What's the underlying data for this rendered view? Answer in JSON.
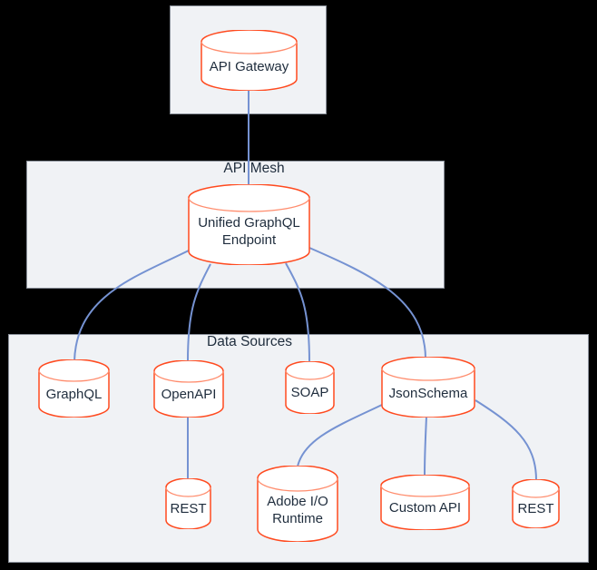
{
  "title": "API Mesh architecture diagram",
  "theme": {
    "background": "#000000",
    "cluster_fill": "#f0f2f5",
    "cluster_border": "#8c929c",
    "cylinder_fill": "#ffffff",
    "cylinder_stroke": "#ff4a1f",
    "cylinder_inner_arc": "#ff8d6e",
    "edge_color": "#7592d2",
    "text_color": "#1f2d3d"
  },
  "clusters": {
    "gateway": {
      "title": ""
    },
    "api_mesh": {
      "title": "API Mesh"
    },
    "data_sources": {
      "title": "Data Sources"
    }
  },
  "nodes": {
    "api_gateway": {
      "label": "API Gateway"
    },
    "unified_graphql_endpoint": {
      "label": "Unified GraphQL Endpoint",
      "lines": [
        "Unified GraphQL",
        "Endpoint"
      ]
    },
    "graphql": {
      "label": "GraphQL"
    },
    "openapi": {
      "label": "OpenAPI"
    },
    "soap": {
      "label": "SOAP"
    },
    "jsonschema": {
      "label": "JsonSchema"
    },
    "rest_left": {
      "label": "REST"
    },
    "adobe_io_runtime": {
      "label": "Adobe I/O Runtime",
      "lines": [
        "Adobe I/O",
        "Runtime"
      ]
    },
    "custom_api": {
      "label": "Custom API"
    },
    "rest_right": {
      "label": "REST"
    }
  },
  "edges": [
    {
      "from": "API Gateway",
      "to": "Unified GraphQL Endpoint"
    },
    {
      "from": "Unified GraphQL Endpoint",
      "to": "GraphQL"
    },
    {
      "from": "Unified GraphQL Endpoint",
      "to": "OpenAPI"
    },
    {
      "from": "Unified GraphQL Endpoint",
      "to": "SOAP"
    },
    {
      "from": "Unified GraphQL Endpoint",
      "to": "JsonSchema"
    },
    {
      "from": "OpenAPI",
      "to": "REST"
    },
    {
      "from": "JsonSchema",
      "to": "Adobe I/O Runtime"
    },
    {
      "from": "JsonSchema",
      "to": "Custom API"
    },
    {
      "from": "JsonSchema",
      "to": "REST"
    }
  ]
}
